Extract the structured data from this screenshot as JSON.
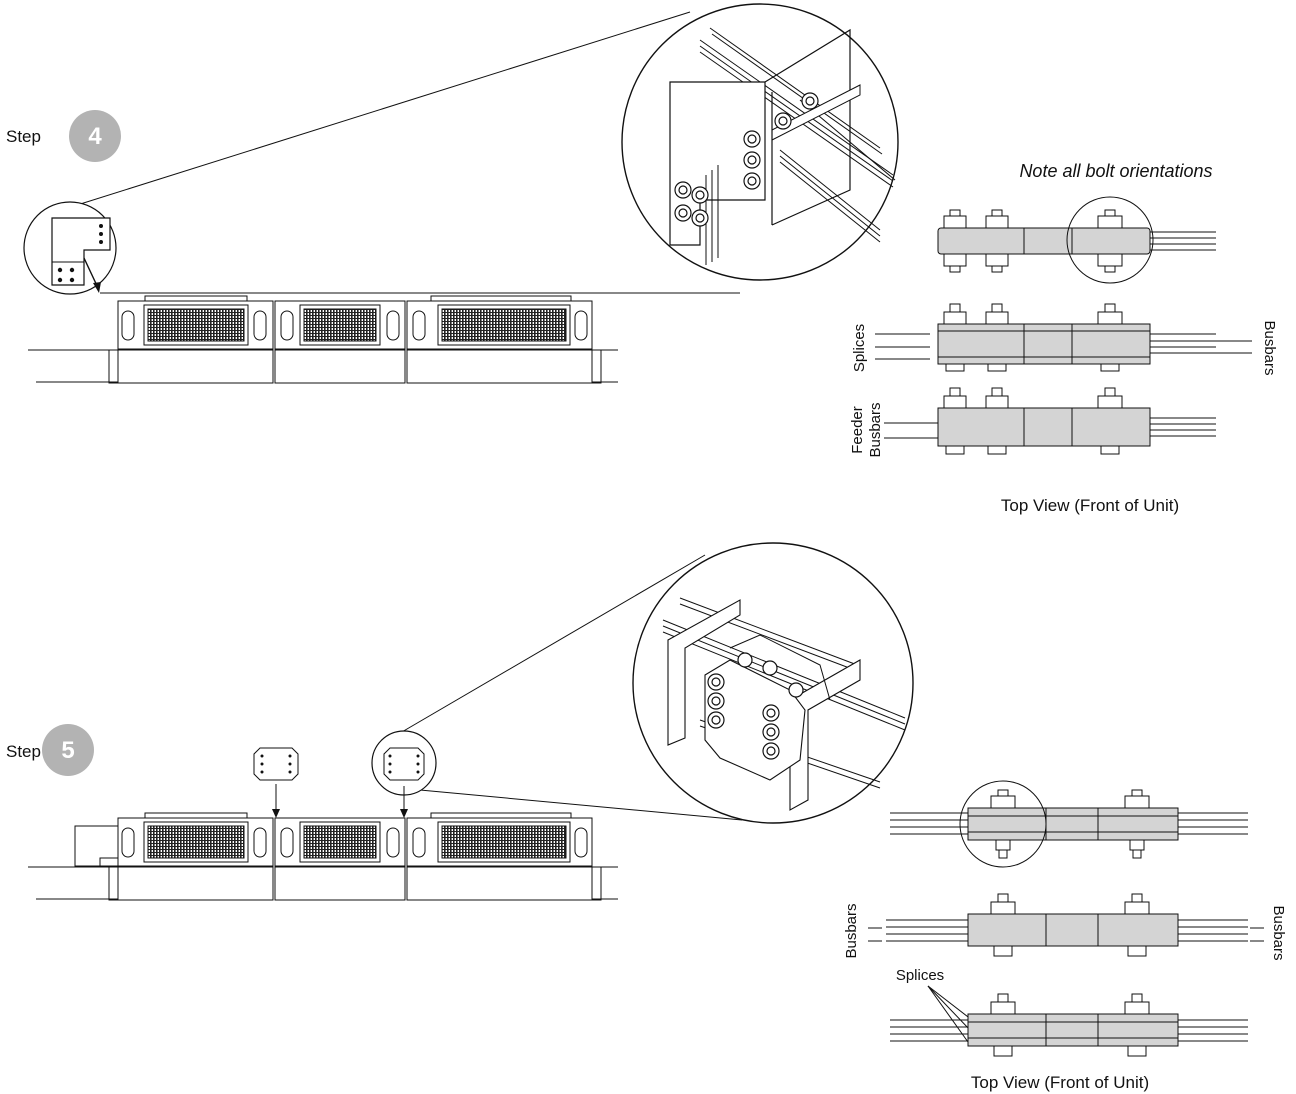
{
  "step4": {
    "step_label": "Step",
    "step_number": "4",
    "note": "Note all bolt orientations",
    "label_splices": "Splices",
    "label_busbars": "Busbars",
    "label_feeder": "Feeder",
    "label_feeder_busbars": "Busbars",
    "caption": "Top View (Front of Unit)"
  },
  "step5": {
    "step_label": "Step",
    "step_number": "5",
    "label_busbars_left": "Busbars",
    "label_busbars_right": "Busbars",
    "label_splices": "Splices",
    "caption": "Top View (Front of Unit)"
  },
  "colors": {
    "line": "#111111",
    "badge": "#b3b3b3",
    "splice_fill": "#d4d4d4",
    "grille": "#555555"
  }
}
